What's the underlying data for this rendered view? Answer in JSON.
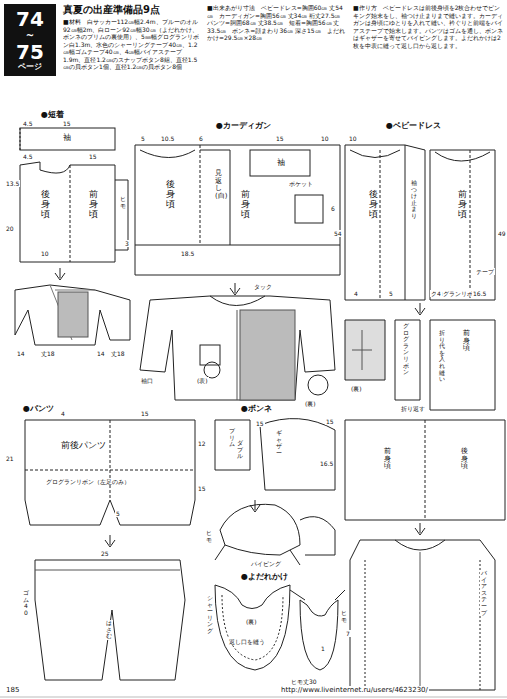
{
  "diagram": {
    "nodes": [
      {
        "text": [
          "74",
          "~",
          "75",
          "ページ"
        ]
      }
    ],
    "labels": [
      "真夏の出産準備品9点",
      "■材料　白サッカー112㎝幅2.4m、ブルーのオル92㎝幅2m、白ローン92㎝幅30㎝（よだれかけ、ボンネのブリムの裏使用）、5㎜幅グログランリボン白1.3m、水色のシャーリングテープ40㎝、1.2㎝幅ゴムテープ40㎝、4㎝幅バイアステープ1.9m、直径1.2㎝のスナップボタン8組、直径1.5㎝の貝ボタン1個、直径1.2㎝の貝ボタン8個",
      "■出来あがり寸法　ベビードレス=胸囲60㎝ 丈54㎝　カーディガン=胸囲56㎝ 丈34㎝ 裄丈27.5㎝　パンツ=胴囲68㎝ 丈38.5㎝　短着=胸囲56㎝ 丈33.5㎝　ボンネ=顔まわり36㎝ 深さ15㎝　よだれかけ=29.5㎝×28㎝",
      "■作り方　ベビードレスは前後身頃を2枚合わせでピンキング始末をし、袖つけ止まりまで縫います。カーディガンは身頃にゆとりを入れて縫い、衿ぐりと前端をバイアステープで始末します。パンツはゴムを通し、ボンネはギャザーを寄せてバイピングします。よだれかけは2枚を中表に縫って返し口から返します。",
      "●短着",
      "4.5",
      "15",
      "袖",
      "4.5",
      "15",
      "13.5",
      "20",
      "後身頃",
      "前身頃",
      "ヒモ",
      "10",
      "14",
      "丈18",
      "14",
      "丈18",
      "●カーディガン",
      "5",
      "10.5",
      "6",
      "15",
      "袖",
      "10",
      "見返し(白)",
      "後身頃",
      "前身頃",
      "ポケット",
      "3",
      "6",
      "18.5",
      "タック",
      "袖口",
      "(表)",
      "(裏)",
      "●ベビードレス",
      "10",
      "54",
      "後身頃",
      "前身頃",
      "袖つけ止まり",
      "49",
      "グログランリボン",
      "テープ",
      "4",
      "5",
      "4",
      "16.5",
      "前身頃",
      "グログランリボン",
      "(裏)",
      "折り代を入れ縫い",
      "折り返す",
      "前身頃",
      "後身頃",
      "バイアステープ",
      "●パンツ",
      "4",
      "15",
      "前後パンツ",
      "21",
      "12",
      "15",
      "グログランリボン（左足のみ）",
      "5",
      "25",
      "ゴム40",
      "はさむ",
      "●ボンネ",
      "ブリム",
      "ダブル",
      "15",
      "15",
      "16.5",
      "ギャザー",
      "パイピング",
      "ヒモ",
      "●よだれかけ",
      "(裏)",
      "返し口を縫う",
      "ヒモ",
      "シャーリング",
      "7",
      "1",
      "ヒモ丈30",
      "185",
      "http://www.liveinternet.ru/users/4623230/"
    ]
  }
}
